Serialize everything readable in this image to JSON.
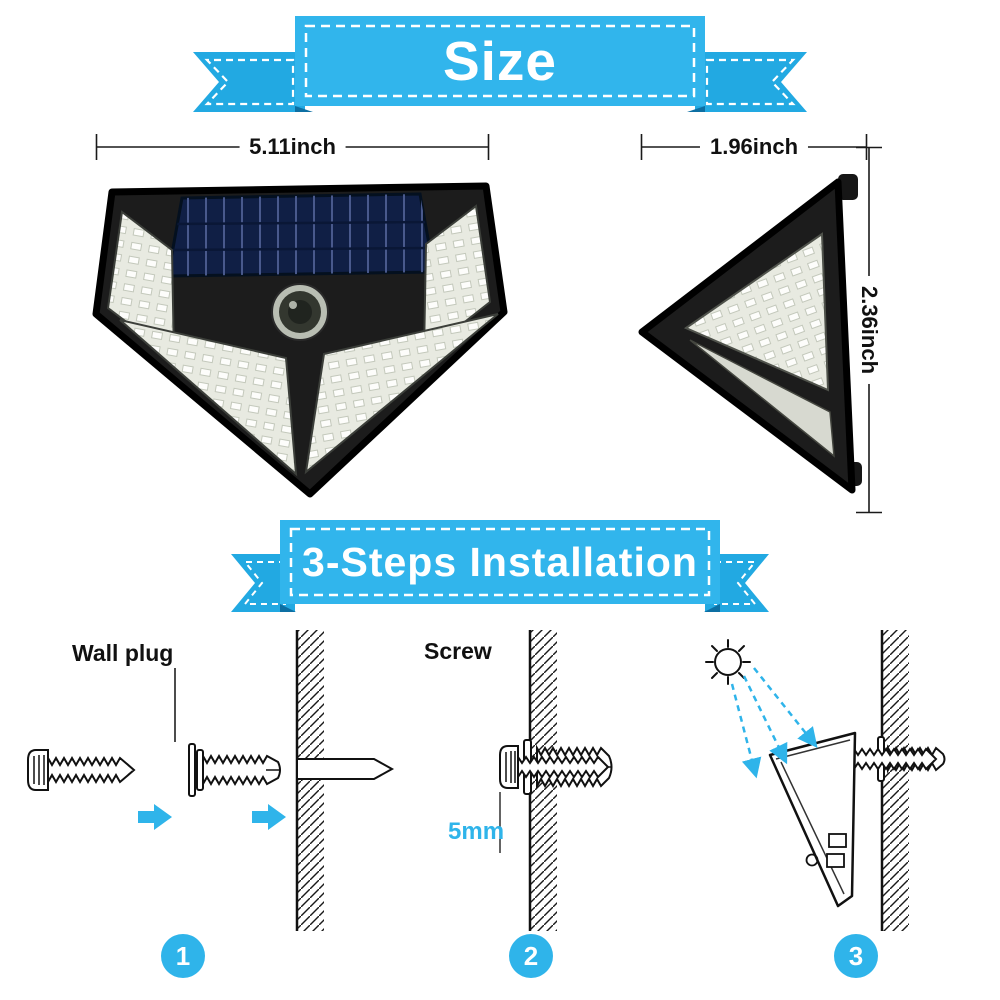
{
  "canvas": {
    "background": "#ffffff"
  },
  "colors": {
    "ribbon_blue": "#31b5ec",
    "ribbon_flag_blue": "#22a9e2",
    "ribbon_fold": "#0d6fa3",
    "accent_blue": "#2fb4ea",
    "ink": "#111111",
    "solar_panel_dark": "#101f45"
  },
  "size_section": {
    "banner_label": "Size",
    "front_width_label": "5.11inch",
    "side_width_label": "1.96inch",
    "side_height_label": "2.36inch"
  },
  "installation_section": {
    "banner_label": "3-Steps Installation",
    "wall_plug_label": "Wall plug",
    "screw_label": "Screw",
    "gap_label": "5mm",
    "step_numbers": [
      "1",
      "2",
      "3"
    ]
  },
  "icons": {
    "sun_icon": "outlined sun with rays",
    "arrow_right_icon": "solid blue right arrow",
    "screw_icon": "threaded screw line-art",
    "wall_plug_icon": "ribbed wall anchor line-art",
    "wall_hatch": "diagonal hatched wall section"
  }
}
